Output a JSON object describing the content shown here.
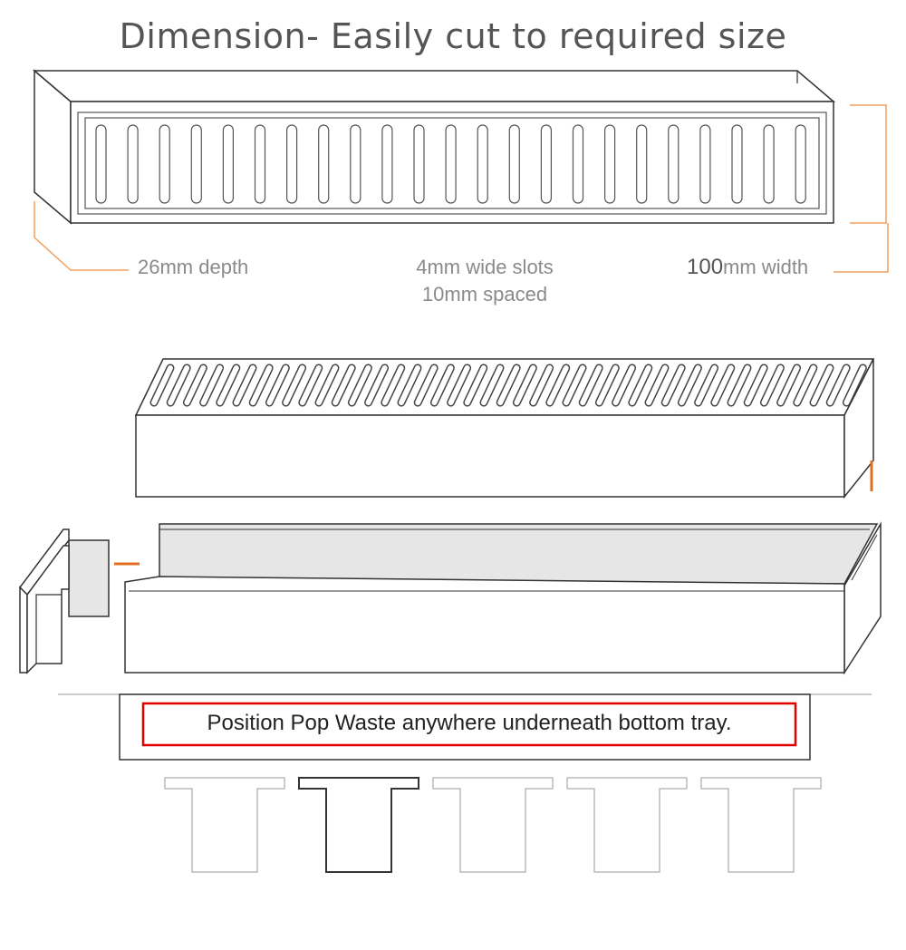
{
  "title": "Dimension- Easily cut to required size",
  "labels": {
    "depth": "26mm depth",
    "slots_line1": "4mm wide slots",
    "slots_line2": "10mm spaced",
    "width_number": "100",
    "width_text": "mm width"
  },
  "note": "Position Pop Waste anywhere underneath bottom tray.",
  "colors": {
    "dimension_lines": "#f0a060",
    "end_cap_marker": "#e07020",
    "highlight_box": "#e00000",
    "outline": "#333333",
    "faded_outline": "#bbbbbb"
  },
  "pop_waste_positions": {
    "count": 5,
    "highlighted_index": 1
  }
}
